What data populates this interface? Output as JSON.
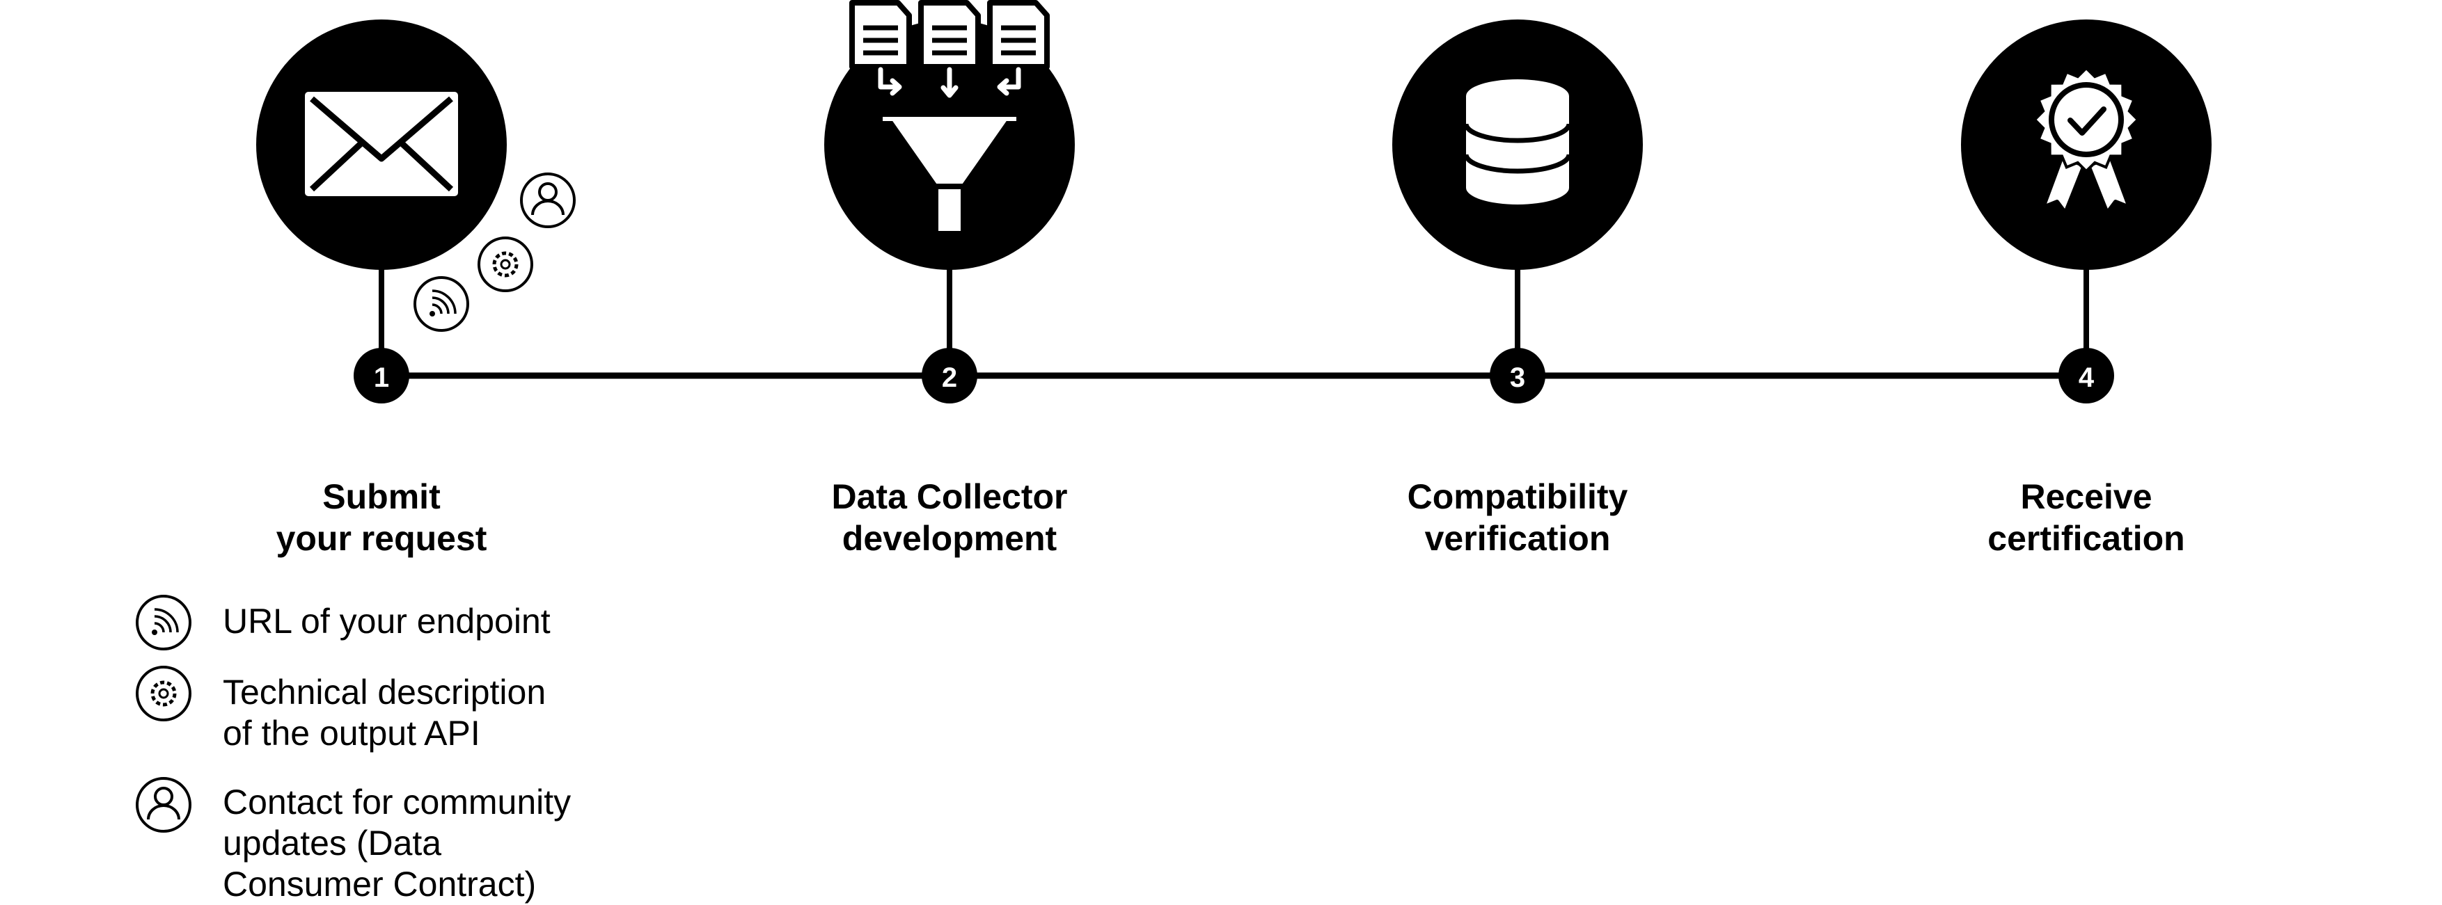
{
  "steps": [
    {
      "number": "1",
      "title_line1": "Submit",
      "title_line2": "your request",
      "icon": "envelope-icon"
    },
    {
      "number": "2",
      "title_line1": "Data Collector",
      "title_line2": "development",
      "icon": "documents-funnel-icon"
    },
    {
      "number": "3",
      "title_line1": "Compatibility",
      "title_line2": "verification",
      "icon": "database-icon"
    },
    {
      "number": "4",
      "title_line1": "Receive",
      "title_line2": "certification",
      "icon": "certification-badge-icon"
    }
  ],
  "requirements": [
    {
      "icon": "rss-feed-icon",
      "lines": [
        "URL of your endpoint"
      ]
    },
    {
      "icon": "gear-icon",
      "lines": [
        "Technical description",
        "of the output API"
      ]
    },
    {
      "icon": "user-icon",
      "lines": [
        "Contact for community",
        "updates (Data",
        "Consumer Contract)"
      ]
    }
  ],
  "colors": {
    "primary": "#000000",
    "background": "#ffffff"
  }
}
